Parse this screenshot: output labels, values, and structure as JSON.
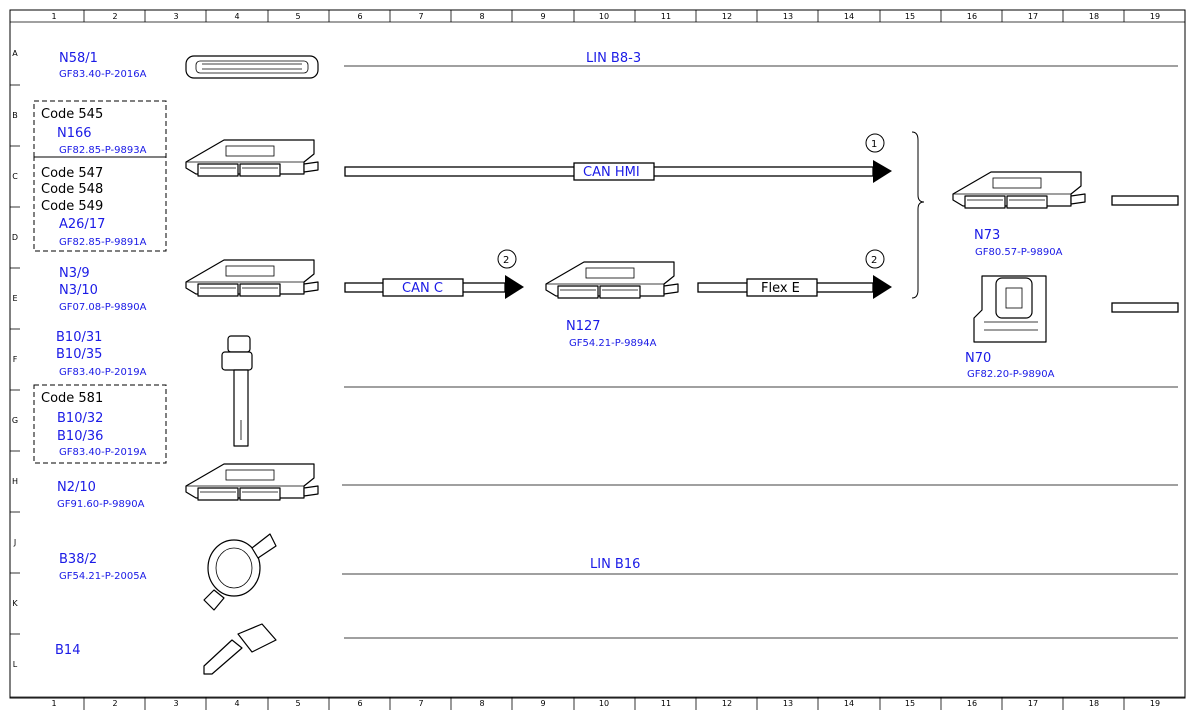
{
  "columns": [
    "1",
    "2",
    "3",
    "4",
    "5",
    "6",
    "7",
    "8",
    "9",
    "10",
    "11",
    "12",
    "13",
    "14",
    "15",
    "16",
    "17",
    "18",
    "19"
  ],
  "rows": [
    "A",
    "B",
    "C",
    "D",
    "E",
    "F",
    "G",
    "H",
    "J",
    "K",
    "L"
  ],
  "labels": {
    "n58_1": "N58/1",
    "n58_1_ref": "GF83.40-P-2016A",
    "code545": "Code 545",
    "n166": "N166",
    "n166_ref": "GF82.85-P-9893A",
    "code547": "Code 547",
    "code548": "Code 548",
    "code549": "Code 549",
    "a26_17": "A26/17",
    "a26_17_ref": "GF82.85-P-9891A",
    "n3_9": "N3/9",
    "n3_10": "N3/10",
    "n3_ref": "GF07.08-P-9890A",
    "b10_31": "B10/31",
    "b10_35": "B10/35",
    "b10_31_ref": "GF83.40-P-2019A",
    "code581": "Code 581",
    "b10_32": "B10/32",
    "b10_36": "B10/36",
    "b10_32_ref": "GF83.40-P-2019A",
    "n2_10": "N2/10",
    "n2_10_ref": "GF91.60-P-9890A",
    "b38_2": "B38/2",
    "b38_2_ref": "GF54.21-P-2005A",
    "b14": "B14",
    "n127": "N127",
    "n127_ref": "GF54.21-P-9894A",
    "n73": "N73",
    "n73_ref": "GF80.57-P-9890A",
    "n70": "N70",
    "n70_ref": "GF82.20-P-9890A"
  },
  "buses": {
    "lin_b8_3": "LIN B8-3",
    "can_hmi": "CAN HMI",
    "can_c": "CAN C",
    "flex_e": "Flex E",
    "lin_b16": "LIN B16"
  },
  "markers": {
    "m1": "1",
    "m2a": "2",
    "m2b": "2"
  },
  "colors": {
    "label_blue": "#1a1ae6",
    "line": "#000000"
  }
}
